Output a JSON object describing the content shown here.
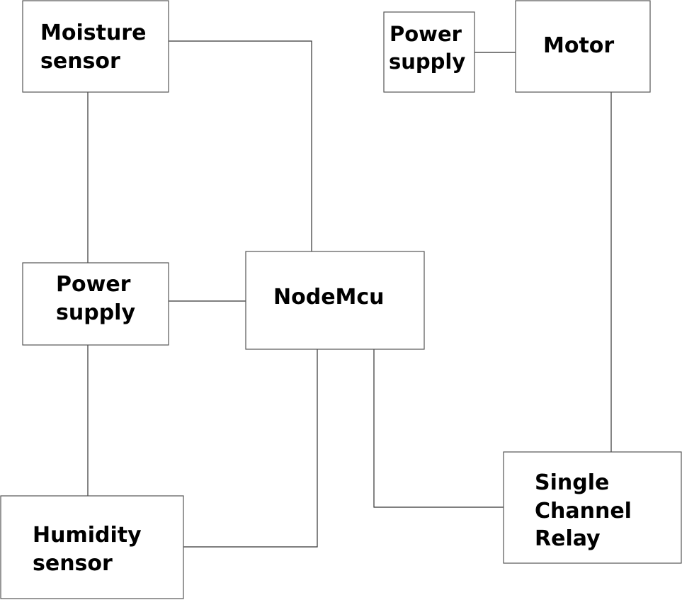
{
  "colors": {
    "background": "#ffffff",
    "box_border": "#555555",
    "wire": "#333333",
    "text": "#000000"
  },
  "blocks": {
    "moisture_sensor": {
      "line1": "Moisture",
      "line2": "sensor"
    },
    "power_supply_top": {
      "line1": "Power",
      "line2": "supply"
    },
    "motor": {
      "line1": "Motor"
    },
    "power_supply_left": {
      "line1": "Power",
      "line2": "supply"
    },
    "nodemcu": {
      "line1": "NodeMcu"
    },
    "humidity_sensor": {
      "line1": "Humidity",
      "line2": "sensor"
    },
    "relay": {
      "line1": "Single",
      "line2": "Channel",
      "line3": "Relay"
    }
  },
  "connections": [
    [
      "moisture_sensor",
      "nodemcu"
    ],
    [
      "moisture_sensor",
      "power_supply_left"
    ],
    [
      "power_supply_left",
      "nodemcu"
    ],
    [
      "power_supply_left",
      "humidity_sensor"
    ],
    [
      "humidity_sensor",
      "nodemcu"
    ],
    [
      "nodemcu",
      "relay"
    ],
    [
      "motor",
      "relay"
    ],
    [
      "power_supply_top",
      "motor"
    ]
  ]
}
